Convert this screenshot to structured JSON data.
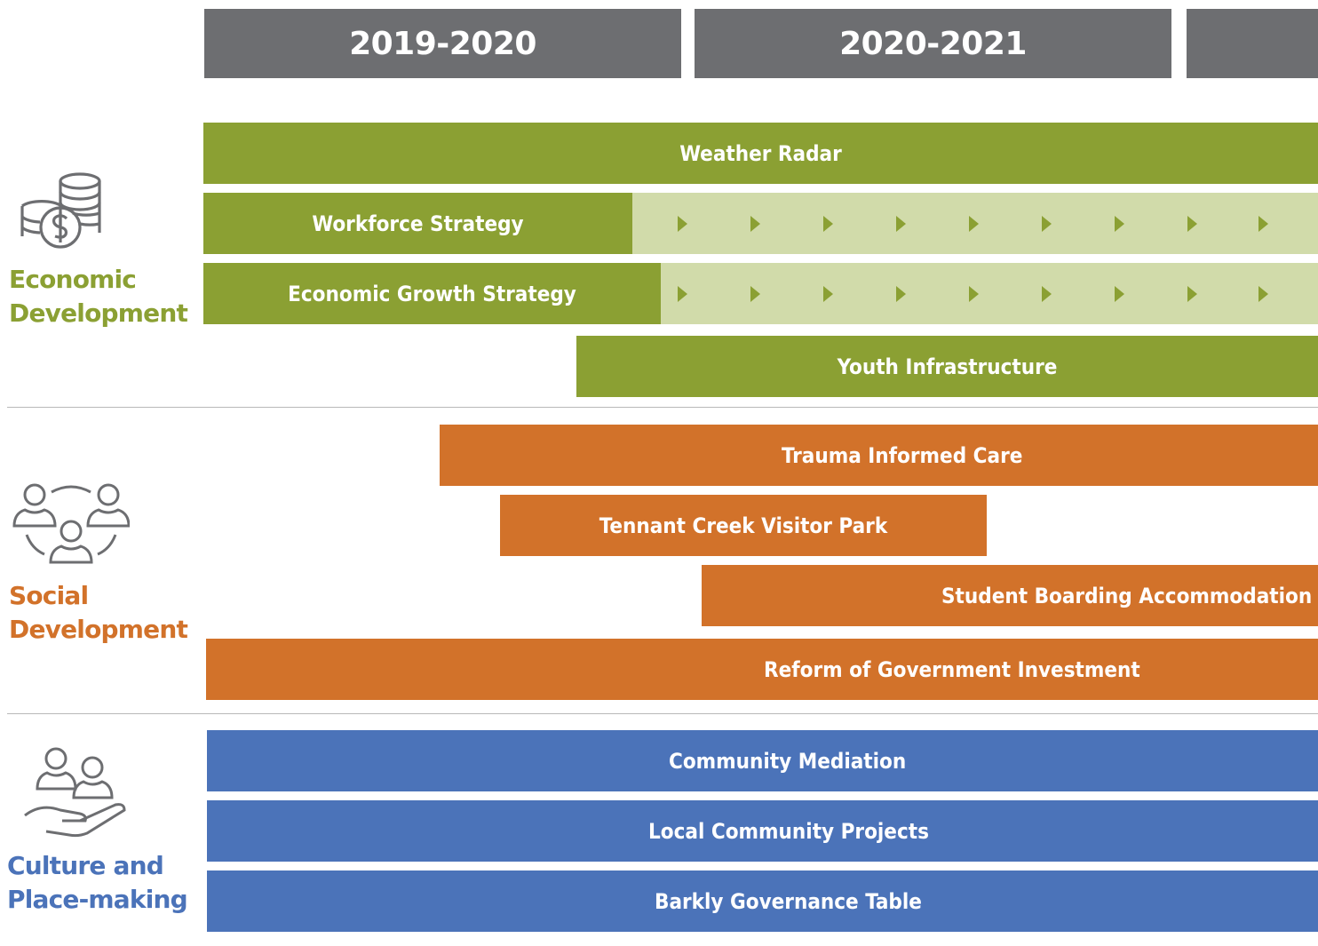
{
  "years": [
    "2019-2020",
    "2020-2021",
    ""
  ],
  "colors": {
    "year_header": "#6d6e71",
    "economic": "#8ba033",
    "economic_extension": "#d1dbaa",
    "social": "#d2722a",
    "culture": "#4b73b9"
  },
  "sections": {
    "economic": {
      "label_line1": "Economic",
      "label_line2": "Development",
      "icon": "coins-dollar-icon",
      "bars": [
        "Weather Radar",
        "Workforce Strategy",
        "Economic Growth Strategy",
        "Youth Infrastructure"
      ]
    },
    "social": {
      "label_line1": "Social",
      "label_line2": "Development",
      "icon": "people-network-icon",
      "bars": [
        "Trauma Informed Care",
        "Tennant Creek Visitor Park",
        "Student Boarding Accommodation",
        "Reform of Government Investment"
      ]
    },
    "culture": {
      "label_line1": "Culture and",
      "label_line2": "Place-making",
      "icon": "people-hand-icon",
      "bars": [
        "Community Mediation",
        "Local Community Projects",
        "Barkly Governance Table"
      ]
    }
  }
}
